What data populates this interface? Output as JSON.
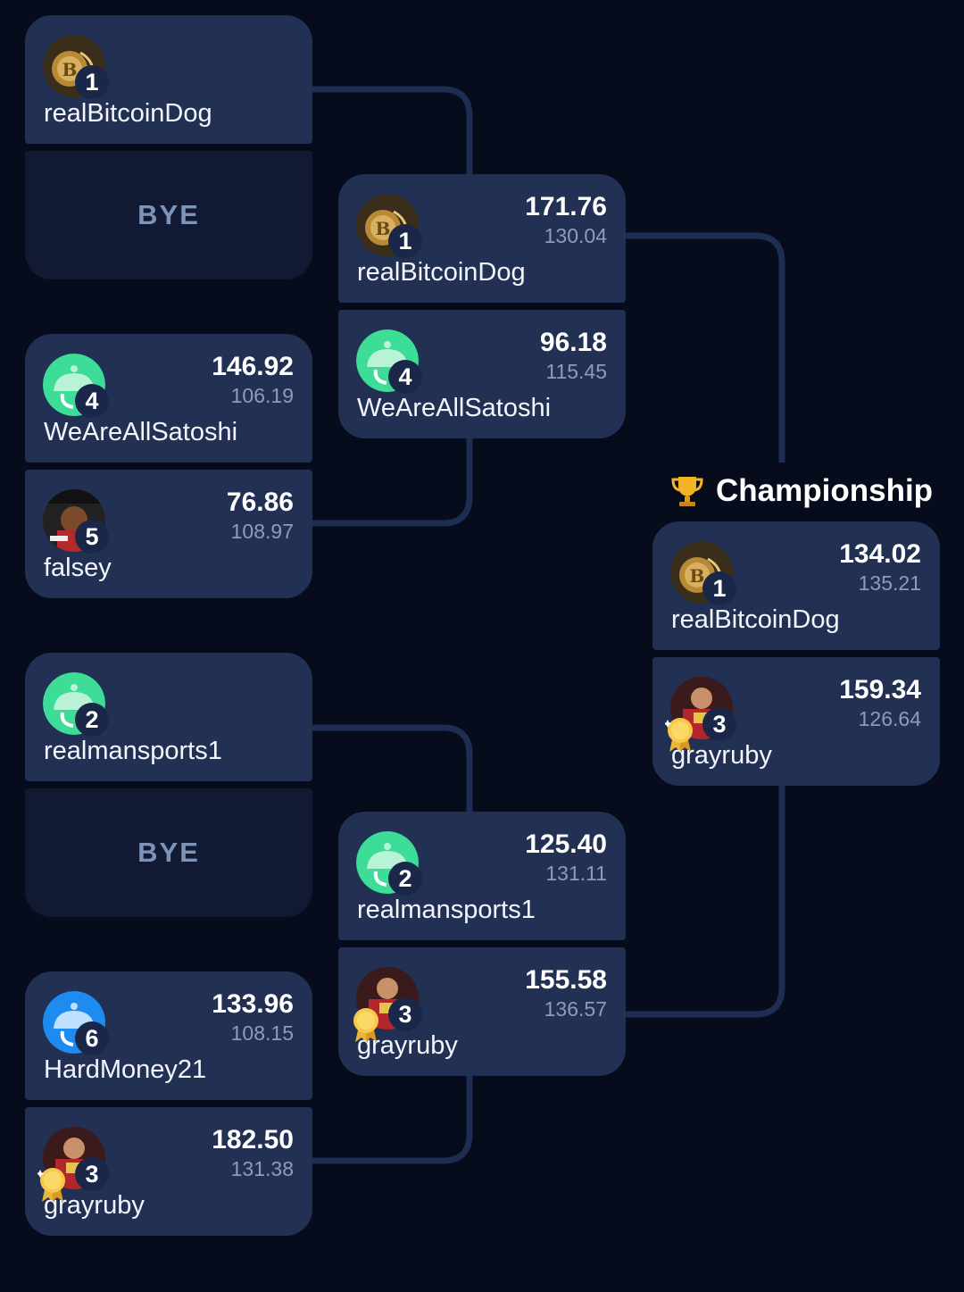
{
  "bye_label": "BYE",
  "championship": {
    "title": "Championship"
  },
  "matchups": {
    "r1_m1": {
      "top": {
        "seed": "1",
        "name": "realBitcoinDog",
        "avatar": "bitcoin-coin-avatar"
      },
      "bottom": {
        "bye": "BYE"
      }
    },
    "r1_m2": {
      "top": {
        "seed": "4",
        "name": "WeAreAllSatoshi",
        "score": "146.92",
        "projected": "106.19",
        "avatar": "green-helmet-avatar"
      },
      "bottom": {
        "seed": "5",
        "name": "falsey",
        "score": "76.86",
        "projected": "108.97",
        "avatar": "player-photo-avatar"
      }
    },
    "r1_m3": {
      "top": {
        "seed": "2",
        "name": "realmansports1",
        "avatar": "green-helmet-avatar"
      },
      "bottom": {
        "bye": "BYE"
      }
    },
    "r1_m4": {
      "top": {
        "seed": "6",
        "name": "HardMoney21",
        "score": "133.96",
        "projected": "108.15",
        "avatar": "blue-helmet-avatar"
      },
      "bottom": {
        "seed": "3",
        "name": "grayruby",
        "score": "182.50",
        "projected": "131.38",
        "avatar": "red-jersey-avatar"
      }
    },
    "r2_m1": {
      "top": {
        "seed": "1",
        "name": "realBitcoinDog",
        "score": "171.76",
        "projected": "130.04",
        "avatar": "bitcoin-coin-avatar"
      },
      "bottom": {
        "seed": "4",
        "name": "WeAreAllSatoshi",
        "score": "96.18",
        "projected": "115.45",
        "avatar": "green-helmet-avatar"
      }
    },
    "r2_m2": {
      "top": {
        "seed": "2",
        "name": "realmansports1",
        "score": "125.40",
        "projected": "131.11",
        "avatar": "green-helmet-avatar"
      },
      "bottom": {
        "seed": "3",
        "name": "grayruby",
        "score": "155.58",
        "projected": "136.57",
        "avatar": "red-jersey-avatar"
      }
    },
    "final": {
      "top": {
        "seed": "1",
        "name": "realBitcoinDog",
        "score": "134.02",
        "projected": "135.21",
        "avatar": "bitcoin-coin-avatar"
      },
      "bottom": {
        "seed": "3",
        "name": "grayruby",
        "score": "159.34",
        "projected": "126.64",
        "avatar": "red-jersey-avatar"
      }
    }
  },
  "colors": {
    "background": "#070c1d",
    "card": "#223053",
    "bye_card": "#121a33",
    "connector": "#1e2d52",
    "projected_text": "#8d9bbd"
  },
  "icons": {
    "trophy": "trophy-icon",
    "medal": "gold-medal-icon"
  }
}
